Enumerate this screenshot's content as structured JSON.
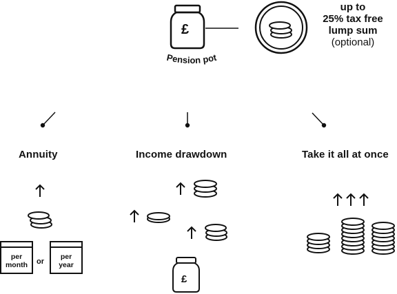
{
  "pension_pot": {
    "label": "Pension pot",
    "symbol": "£"
  },
  "lump_sum": {
    "line1": "up to",
    "line2": "25% tax free",
    "line3": "lump sum",
    "line4": "(optional)"
  },
  "options": {
    "annuity": {
      "heading": "Annuity",
      "box_left": {
        "line1": "per",
        "line2": "month"
      },
      "or": "or",
      "box_right": {
        "line1": "per",
        "line2": "year"
      }
    },
    "drawdown": {
      "heading": "Income drawdown",
      "jar_symbol": "£"
    },
    "all_at_once": {
      "heading": "Take it all at once"
    }
  },
  "colors": {
    "ink": "#111111",
    "background": "#ffffff"
  }
}
